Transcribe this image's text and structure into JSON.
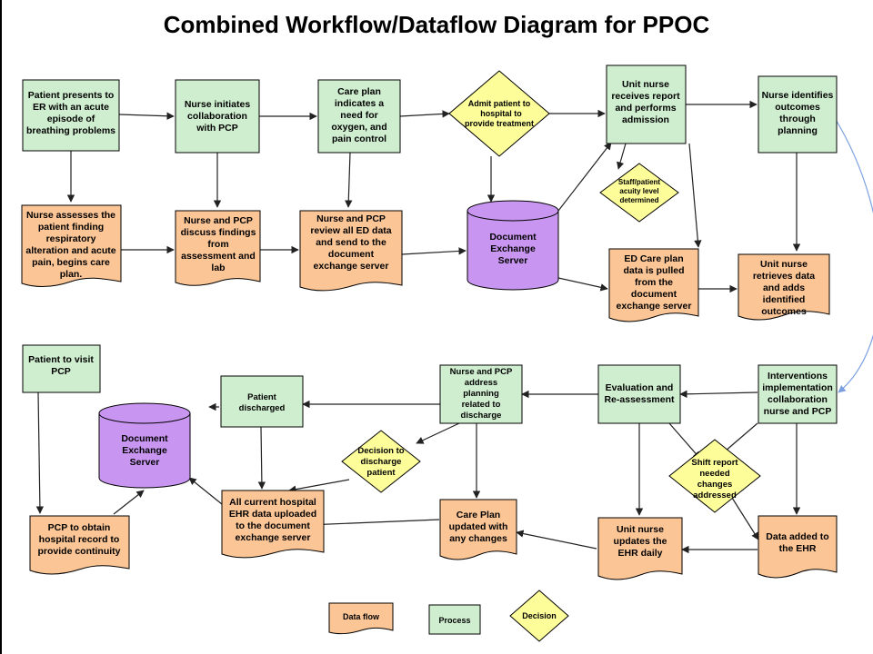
{
  "title": "Combined Workflow/Dataflow Diagram for PPOC",
  "nodes": {
    "n1": [
      "Patient presents to",
      "ER with an acute",
      "episode of",
      "breathing problems"
    ],
    "n2": [
      "Nurse initiates",
      "collaboration",
      "with PCP"
    ],
    "n3": [
      "Care plan",
      "indicates a",
      "need for",
      "oxygen, and",
      "pain control"
    ],
    "n4": [
      "Admit patient to",
      "hospital to",
      "provide treatment"
    ],
    "n5": [
      "Unit nurse",
      "receives report",
      "and performs",
      "admission"
    ],
    "n6": [
      "Nurse identifies",
      "outcomes",
      "through",
      "planning"
    ],
    "n7": [
      "Nurse assesses the",
      "patient finding",
      "respiratory",
      "alteration and acute",
      "pain, begins care",
      "plan."
    ],
    "n8": [
      "Nurse and PCP",
      "discuss findings",
      "from",
      "assessment and",
      "lab"
    ],
    "n9": [
      "Nurse and PCP",
      "review all ED data",
      "and send to the",
      "document",
      "exchange server"
    ],
    "n10": [
      "Document",
      "Exchange",
      "Server"
    ],
    "n11": [
      "Staff/patient",
      "acuity level",
      "determined"
    ],
    "n12": [
      "ED Care plan",
      "data is pulled",
      "from the",
      "document",
      "exchange server"
    ],
    "n13": [
      "Unit nurse",
      "retrieves data",
      "and adds",
      "identified",
      "outcomes"
    ],
    "n14": [
      "Patient to visit",
      "PCP"
    ],
    "n15": [
      "Patient",
      "discharged"
    ],
    "n16": [
      "Nurse and PCP",
      "address",
      "planning",
      "related to",
      "discharge"
    ],
    "n17": [
      "Evaluation and",
      "Re-assessment"
    ],
    "n18": [
      "Interventions",
      "implementation",
      "collaboration",
      "nurse and PCP"
    ],
    "n19": [
      "Document",
      "Exchange",
      "Server"
    ],
    "n20": [
      "Decision to",
      "discharge",
      "patient"
    ],
    "n21": [
      "Shift report",
      "needed",
      "changes",
      "addressed"
    ],
    "n22": [
      "All current hospital",
      "EHR data uploaded",
      "to the document",
      "exchange server"
    ],
    "n23": [
      "Care Plan",
      "updated with",
      "any changes"
    ],
    "n24": [
      "Unit nurse",
      "updates the",
      "EHR daily"
    ],
    "n25": [
      "Data added to",
      "the EHR"
    ],
    "n26": [
      "PCP to obtain",
      "hospital  record to",
      "provide continuity"
    ]
  },
  "legend": {
    "dataflow": "Data flow",
    "process": "Process",
    "decision": "Decision"
  },
  "colors": {
    "process": "#cfeecf",
    "dataflow": "#fbc596",
    "decision": "#fdfd9a",
    "server": "#c896f0",
    "loop_arrow": "#7ba0e0"
  }
}
